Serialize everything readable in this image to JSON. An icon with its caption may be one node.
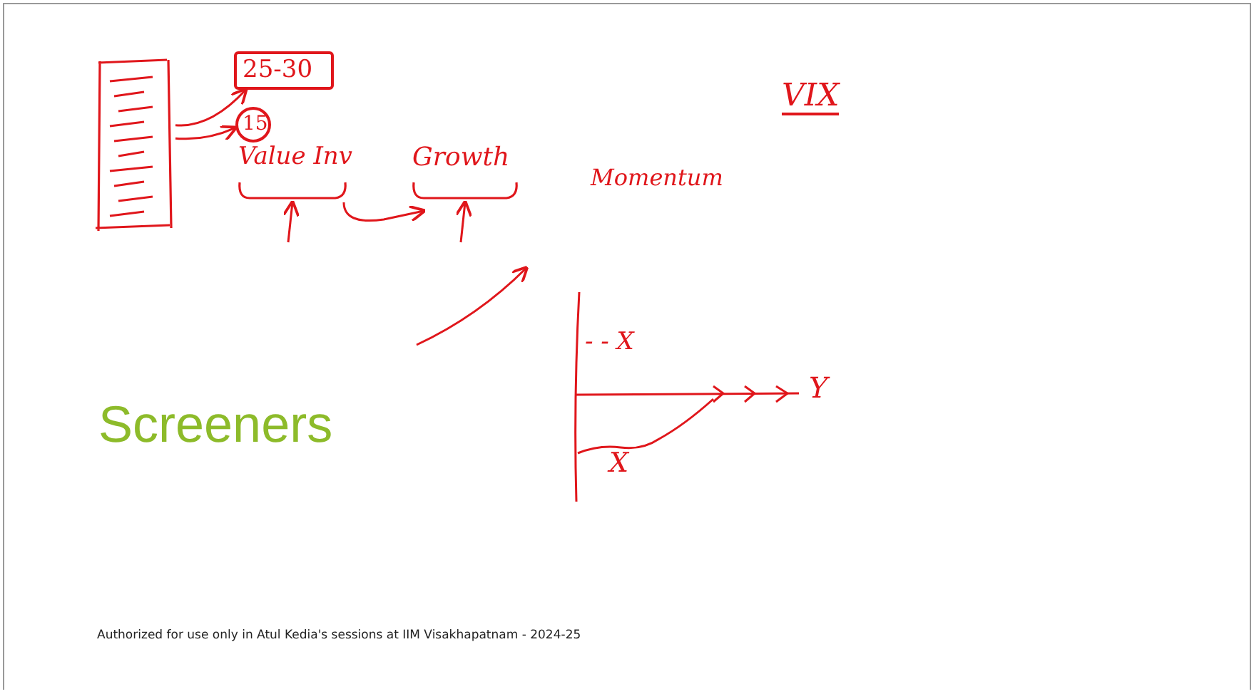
{
  "diagram": {
    "title": "Screeners",
    "caption": "Authorized for use only in Atul Kedia's sessions at IIM Visakhapatnam - 2024-25",
    "nodes": [
      {
        "text": [],
        "shape": "box"
      },
      {
        "text": [
          "25-30"
        ]
      },
      {
        "text": [
          "15"
        ]
      },
      {
        "text": [
          "Value Inv"
        ]
      },
      {
        "text": [
          "Growth"
        ]
      }
    ],
    "edges": [
      {
        "from": 0,
        "to": 1,
        "arrow": "to"
      },
      {
        "from": 0,
        "to": 2,
        "arrow": "to"
      },
      {
        "from": 3,
        "to": 4,
        "arrow": "to"
      },
      {
        "from": null,
        "to": 3,
        "arrow": "to"
      },
      {
        "from": null,
        "to": 4,
        "arrow": "to"
      }
    ],
    "labels": [
      "Momentum",
      "VIX",
      "- - X",
      "Y",
      "X"
    ]
  }
}
